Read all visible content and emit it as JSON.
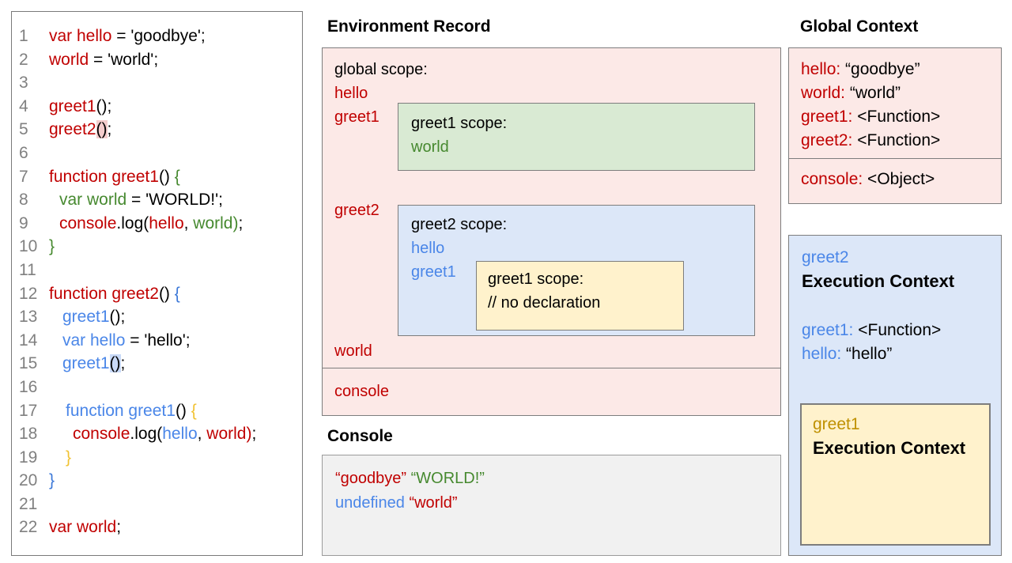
{
  "colors": {
    "red": "#c00000",
    "green": "#46892f",
    "blue": "#4a86e8",
    "blue_brace": "#3c78d8",
    "gold_brace": "#f1c232",
    "gold_dark": "#bf9000",
    "line_number_gray": "#808080",
    "pink_fill": "#fce9e7",
    "green_fill": "#d9ead3",
    "blue_fill": "#dce7f8",
    "yellow_fill": "#fff2cc",
    "gray_fill": "#f1f1f1",
    "highlight_red": "#f4cccc",
    "highlight_blue": "#c9daf8"
  },
  "code": {
    "lines": [
      {
        "n": "1",
        "ind": 0,
        "segs": [
          {
            "t": "var hello",
            "c": "red"
          },
          {
            "t": " = 'goodbye';",
            "c": "black"
          }
        ]
      },
      {
        "n": "2",
        "ind": 0,
        "segs": [
          {
            "t": "world",
            "c": "red"
          },
          {
            "t": " = 'world';",
            "c": "black"
          }
        ]
      },
      {
        "n": "3",
        "ind": 0,
        "segs": []
      },
      {
        "n": "4",
        "ind": 0,
        "segs": [
          {
            "t": "greet1",
            "c": "red"
          },
          {
            "t": "();",
            "c": "black"
          }
        ]
      },
      {
        "n": "5",
        "ind": 0,
        "segs": [
          {
            "t": "greet2",
            "c": "red"
          },
          {
            "t": "()",
            "c": "black",
            "h": "red"
          },
          {
            "t": ";",
            "c": "black"
          }
        ]
      },
      {
        "n": "6",
        "ind": 0,
        "segs": []
      },
      {
        "n": "7",
        "ind": 0,
        "segs": [
          {
            "t": "function greet1",
            "c": "red"
          },
          {
            "t": "() ",
            "c": "black"
          },
          {
            "t": "{",
            "c": "green"
          }
        ]
      },
      {
        "n": "8",
        "ind": 13,
        "segs": [
          {
            "t": "var world",
            "c": "green"
          },
          {
            "t": " = 'WORLD!';",
            "c": "black"
          }
        ]
      },
      {
        "n": "9",
        "ind": 13,
        "segs": [
          {
            "t": "console",
            "c": "red"
          },
          {
            "t": ".log(",
            "c": "black"
          },
          {
            "t": "hello",
            "c": "red"
          },
          {
            "t": ", ",
            "c": "black"
          },
          {
            "t": "world",
            "c": "green"
          },
          {
            "t": ")",
            "c": "green"
          },
          {
            "t": ";",
            "c": "black"
          }
        ]
      },
      {
        "n": "10",
        "ind": 0,
        "segs": [
          {
            "t": "}",
            "c": "green"
          }
        ]
      },
      {
        "n": "11",
        "ind": 0,
        "segs": []
      },
      {
        "n": "12",
        "ind": 0,
        "segs": [
          {
            "t": "function greet2",
            "c": "red"
          },
          {
            "t": "() ",
            "c": "black"
          },
          {
            "t": "{",
            "c": "blue2"
          }
        ]
      },
      {
        "n": "13",
        "ind": 17,
        "segs": [
          {
            "t": "greet1",
            "c": "blue"
          },
          {
            "t": "();",
            "c": "black"
          }
        ]
      },
      {
        "n": "14",
        "ind": 17,
        "segs": [
          {
            "t": "var hello",
            "c": "blue"
          },
          {
            "t": " = 'hello';",
            "c": "black"
          }
        ]
      },
      {
        "n": "15",
        "ind": 17,
        "segs": [
          {
            "t": "greet1",
            "c": "blue"
          },
          {
            "t": "()",
            "c": "black",
            "h": "blue"
          },
          {
            "t": ";",
            "c": "black"
          }
        ]
      },
      {
        "n": "16",
        "ind": 0,
        "segs": []
      },
      {
        "n": "17",
        "ind": 21,
        "segs": [
          {
            "t": "function greet1",
            "c": "blue"
          },
          {
            "t": "() ",
            "c": "black"
          },
          {
            "t": "{",
            "c": "gold"
          }
        ]
      },
      {
        "n": "18",
        "ind": 30,
        "segs": [
          {
            "t": "console",
            "c": "red"
          },
          {
            "t": ".log(",
            "c": "black"
          },
          {
            "t": "hello",
            "c": "blue"
          },
          {
            "t": ", ",
            "c": "black"
          },
          {
            "t": "world",
            "c": "red"
          },
          {
            "t": ")",
            "c": "red"
          },
          {
            "t": ";",
            "c": "black"
          }
        ]
      },
      {
        "n": "19",
        "ind": 21,
        "segs": [
          {
            "t": "}",
            "c": "gold"
          }
        ]
      },
      {
        "n": "20",
        "ind": 0,
        "segs": [
          {
            "t": "}",
            "c": "blue2"
          }
        ]
      },
      {
        "n": "21",
        "ind": 0,
        "segs": []
      },
      {
        "n": "22",
        "ind": 0,
        "segs": [
          {
            "t": "var world",
            "c": "red"
          },
          {
            "t": ";",
            "c": "black"
          }
        ]
      }
    ]
  },
  "environment_record": {
    "title": "Environment Record",
    "global_scope_label": "global scope:",
    "var_hello": "hello",
    "var_greet1": "greet1",
    "var_greet2": "greet2",
    "var_world": "world",
    "console_label": "console",
    "greet1_scope": {
      "label": "greet1 scope:",
      "var_world": "world"
    },
    "greet2_scope": {
      "label": "greet2 scope:",
      "var_hello": "hello",
      "var_greet1": "greet1",
      "greet1_scope": {
        "label": "greet1 scope:",
        "comment": "// no declaration"
      }
    }
  },
  "console_panel": {
    "title": "Console",
    "lines": [
      [
        {
          "t": "“goodbye”",
          "c": "red"
        },
        {
          "t": " ",
          "c": "black"
        },
        {
          "t": "“WORLD!”",
          "c": "green"
        }
      ],
      [
        {
          "t": "undefined",
          "c": "blue"
        },
        {
          "t": " ",
          "c": "black"
        },
        {
          "t": "“world”",
          "c": "red"
        }
      ]
    ]
  },
  "global_context": {
    "title": "Global Context",
    "entries": [
      {
        "name": "hello:",
        "value": " “goodbye”"
      },
      {
        "name": "world:",
        "value": " “world”"
      },
      {
        "name": "greet1:",
        "value": " <Function>"
      },
      {
        "name": "greet2:",
        "value": " <Function>"
      }
    ],
    "console_entry": {
      "name": "console:",
      "value": " <Object>"
    }
  },
  "greet2_execution_context": {
    "name": "greet2",
    "title": "Execution Context",
    "entries": [
      {
        "name": "greet1:",
        "value": " <Function>"
      },
      {
        "name": "hello:",
        "value": " “hello”"
      }
    ],
    "greet1_execution_context": {
      "name": "greet1",
      "title": "Execution Context"
    }
  }
}
